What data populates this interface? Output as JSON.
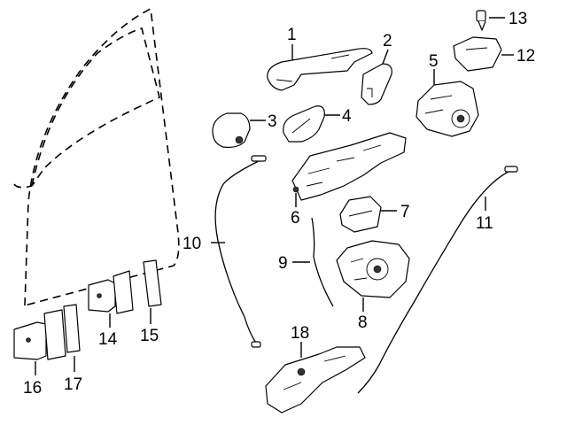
{
  "callouts": [
    {
      "label": "1"
    },
    {
      "label": "2"
    },
    {
      "label": "3"
    },
    {
      "label": "4"
    },
    {
      "label": "5"
    },
    {
      "label": "6"
    },
    {
      "label": "7"
    },
    {
      "label": "8"
    },
    {
      "label": "9"
    },
    {
      "label": "10"
    },
    {
      "label": "11"
    },
    {
      "label": "12"
    },
    {
      "label": "13"
    },
    {
      "label": "14"
    },
    {
      "label": "15"
    },
    {
      "label": "16"
    },
    {
      "label": "17"
    },
    {
      "label": "18"
    }
  ]
}
